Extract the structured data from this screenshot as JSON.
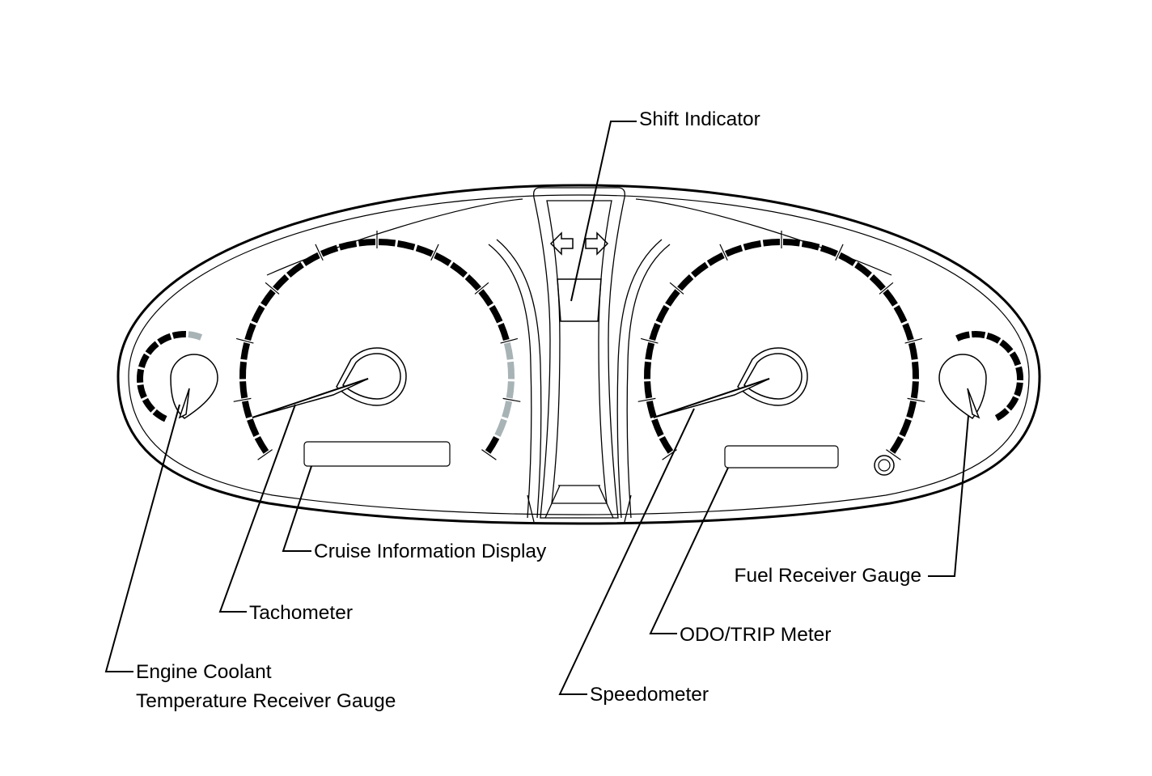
{
  "labels": {
    "shift_indicator": "Shift Indicator",
    "cruise_display": "Cruise Information Display",
    "tachometer": "Tachometer",
    "fuel_gauge": "Fuel Receiver Gauge",
    "odo_trip": "ODO/TRIP Meter",
    "coolant_line1": "Engine Coolant",
    "coolant_line2": "Temperature Receiver Gauge",
    "speedometer": "Speedometer"
  },
  "colors": {
    "ink": "#000000",
    "paper": "#ffffff",
    "warning_segment": "#a8b3b6"
  }
}
